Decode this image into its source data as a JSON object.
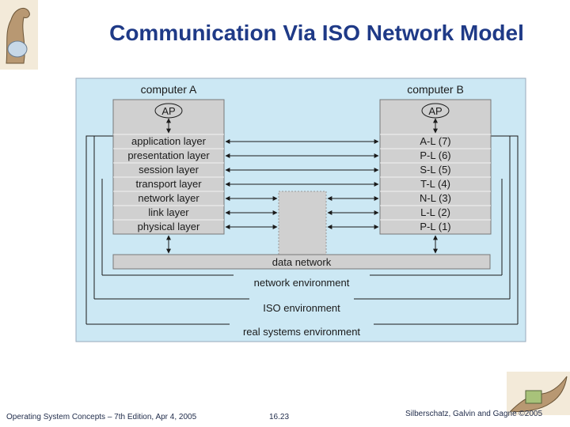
{
  "slide": {
    "title": "Communication Via ISO Network Model",
    "footer_left": "Operating System Concepts – 7th Edition, Apr 4, 2005",
    "footer_mid": "16.23",
    "footer_right": "Silberschatz, Galvin and Gagne ©2005"
  },
  "diagram": {
    "computer_a": "computer A",
    "computer_b": "computer B",
    "ap_a": "AP",
    "ap_b": "AP",
    "layers_a": [
      "application layer",
      "presentation layer",
      "session layer",
      "transport layer",
      "network layer",
      "link layer",
      "physical layer"
    ],
    "layers_b": [
      "A-L (7)",
      "P-L (6)",
      "S-L (5)",
      "T-L (4)",
      "N-L (3)",
      "L-L (2)",
      "P-L (1)"
    ],
    "data_network": "data network",
    "network_env": "network environment",
    "iso_env": "ISO environment",
    "real_env": "real systems environment",
    "colors": {
      "panel": "#cce8f4",
      "box": "#d0d0d0",
      "title": "#1f3a87"
    }
  }
}
